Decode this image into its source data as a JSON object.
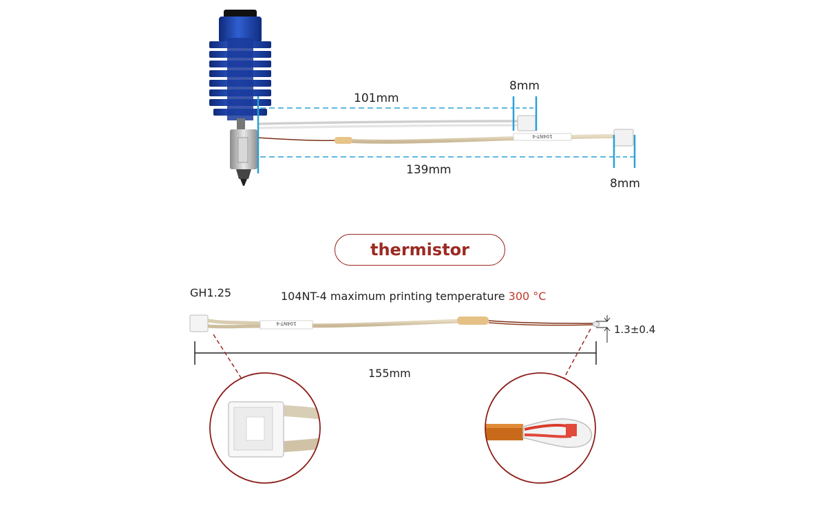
{
  "hotend": {
    "dim_101": "101mm",
    "dim_8_top": "8mm",
    "dim_139": "139mm",
    "dim_8_bottom": "8mm",
    "label_sleeve": "104NT-4"
  },
  "thermistor": {
    "title": "thermistor",
    "connector": "GH1.25",
    "spec_text": "104NT-4 maximum printing temperature",
    "max_temp": "300 °C",
    "tip_size": "1.3±0.4",
    "length": "155mm",
    "sleeve_label": "104NT-4"
  },
  "colors": {
    "accent_red": "#9b2a22",
    "temp_red": "#c0392b",
    "dim_blue": "#2a9fd6",
    "heatsink_blue": "#1f3fa0"
  }
}
